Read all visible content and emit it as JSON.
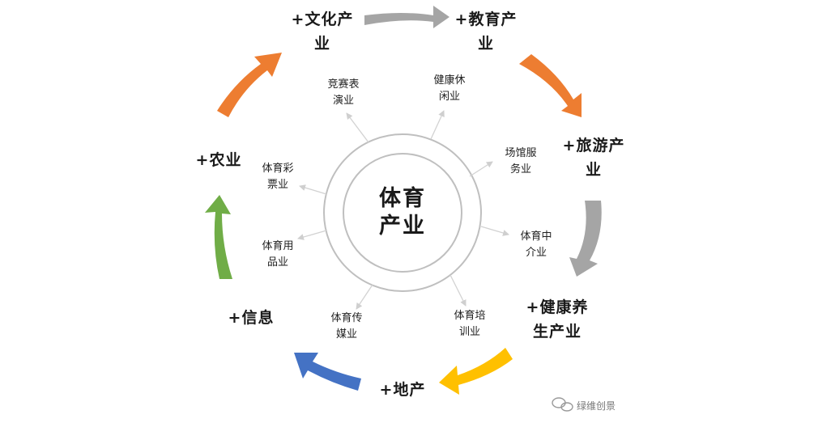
{
  "center": {
    "line1": "体育",
    "line2": "产业"
  },
  "inner_items": [
    {
      "line1": "竞赛表",
      "line2": "演业"
    },
    {
      "line1": "健康休",
      "line2": "闲业"
    },
    {
      "line1": "场馆服",
      "line2": "务业"
    },
    {
      "line1": "体育中",
      "line2": "介业"
    },
    {
      "line1": "体育培",
      "line2": "训业"
    },
    {
      "line1": "体育传",
      "line2": "媒业"
    },
    {
      "line1": "体育用",
      "line2": "品业"
    },
    {
      "line1": "体育彩",
      "line2": "票业"
    }
  ],
  "outer_items": [
    {
      "line1": "+文化产",
      "line2": "业"
    },
    {
      "line1": "+教育产",
      "line2": "业"
    },
    {
      "line1": "+旅游产",
      "line2": "业"
    },
    {
      "line1": "+健康养",
      "line2": "生产业"
    },
    {
      "line1": "+地产",
      "line2": ""
    },
    {
      "line1": "+信息",
      "line2": ""
    },
    {
      "line1": "+农业",
      "line2": ""
    }
  ],
  "colors": {
    "orange": "#ED7D31",
    "gray": "#A5A5A5",
    "yellow": "#FFC000",
    "blue": "#4472C4",
    "green": "#70AD47",
    "ring": "#BFBFBF"
  },
  "watermark": {
    "text": "绿维创景",
    "icon": "wechat-icon"
  }
}
